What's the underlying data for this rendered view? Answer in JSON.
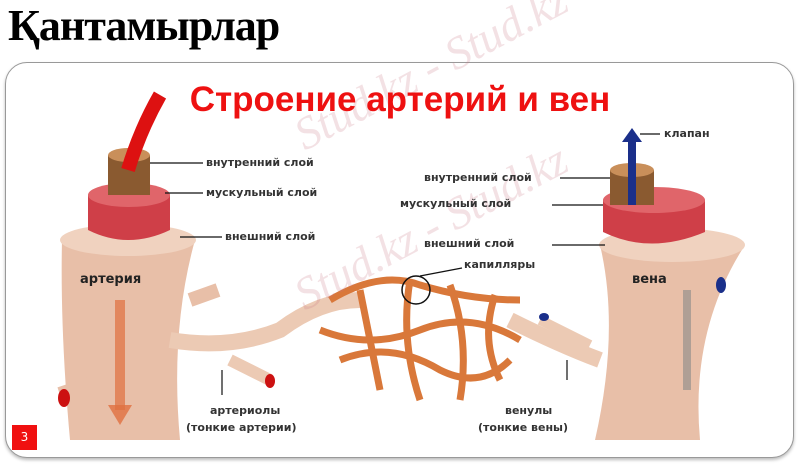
{
  "title": "Қантамырлар",
  "slide": {
    "heading": "Строение артерий и вен",
    "artery": {
      "name": "артерия",
      "inner_layer": "внутренний слой",
      "muscle_layer": "мускульный слой",
      "outer_layer": "внешний слой"
    },
    "vein": {
      "name": "вена",
      "valve": "клапан",
      "inner_layer": "внутренний слой",
      "muscle_layer": "мускульный слой",
      "outer_layer": "внешний слой"
    },
    "capillaries": "капилляры",
    "arterioles": "артериолы",
    "arterioles_note": "(тонкие артерии)",
    "venules": "венулы",
    "venules_note": "(тонкие вены)",
    "page_number": "3"
  },
  "watermark": "Stud.kz - Stud.kz",
  "colors": {
    "heading": "#ee1111",
    "vessel": "#e6b49a",
    "muscle": "#d0454a",
    "capillary": "#d9783a",
    "badge": "#f01010"
  }
}
